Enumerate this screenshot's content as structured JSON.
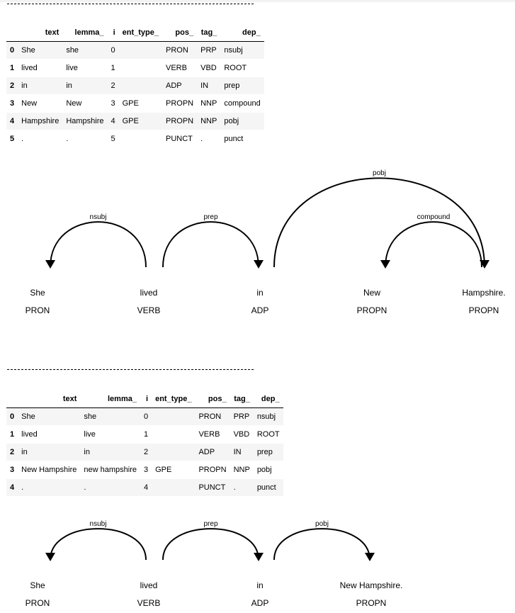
{
  "tables": [
    {
      "columns": [
        "",
        "text",
        "lemma_",
        "i",
        "ent_type_",
        "pos_",
        "tag_",
        "dep_"
      ],
      "rows": [
        [
          "0",
          "She",
          "she",
          "0",
          "",
          "PRON",
          "PRP",
          "nsubj"
        ],
        [
          "1",
          "lived",
          "live",
          "1",
          "",
          "VERB",
          "VBD",
          "ROOT"
        ],
        [
          "2",
          "in",
          "in",
          "2",
          "",
          "ADP",
          "IN",
          "prep"
        ],
        [
          "3",
          "New",
          "New",
          "3",
          "GPE",
          "PROPN",
          "NNP",
          "compound"
        ],
        [
          "4",
          "Hampshire",
          "Hampshire",
          "4",
          "GPE",
          "PROPN",
          "NNP",
          "pobj"
        ],
        [
          "5",
          ".",
          ".",
          "5",
          "",
          "PUNCT",
          ".",
          "punct"
        ]
      ]
    },
    {
      "columns": [
        "",
        "text",
        "lemma_",
        "i",
        "ent_type_",
        "pos_",
        "tag_",
        "dep_"
      ],
      "rows": [
        [
          "0",
          "She",
          "she",
          "0",
          "",
          "PRON",
          "PRP",
          "nsubj"
        ],
        [
          "1",
          "lived",
          "live",
          "1",
          "",
          "VERB",
          "VBD",
          "ROOT"
        ],
        [
          "2",
          "in",
          "in",
          "2",
          "",
          "ADP",
          "IN",
          "prep"
        ],
        [
          "3",
          "New Hampshire",
          "new hampshire",
          "3",
          "GPE",
          "PROPN",
          "NNP",
          "pobj"
        ],
        [
          "4",
          ".",
          ".",
          "4",
          "",
          "PUNCT",
          ".",
          "punct"
        ]
      ]
    }
  ],
  "parses": [
    {
      "words": [
        {
          "text": "She",
          "tag": "PRON"
        },
        {
          "text": "lived",
          "tag": "VERB"
        },
        {
          "text": "in",
          "tag": "ADP"
        },
        {
          "text": "New",
          "tag": "PROPN"
        },
        {
          "text": "Hampshire.",
          "tag": "PROPN"
        }
      ],
      "arcs": [
        {
          "start": 0,
          "end": 1,
          "label": "nsubj",
          "dir": "left"
        },
        {
          "start": 1,
          "end": 2,
          "label": "prep",
          "dir": "right"
        },
        {
          "start": 3,
          "end": 4,
          "label": "compound",
          "dir": "left"
        },
        {
          "start": 2,
          "end": 4,
          "label": "pobj",
          "dir": "right"
        }
      ]
    },
    {
      "words": [
        {
          "text": "She",
          "tag": "PRON"
        },
        {
          "text": "lived",
          "tag": "VERB"
        },
        {
          "text": "in",
          "tag": "ADP"
        },
        {
          "text": "New Hampshire.",
          "tag": "PROPN"
        }
      ],
      "arcs": [
        {
          "start": 0,
          "end": 1,
          "label": "nsubj",
          "dir": "left"
        },
        {
          "start": 1,
          "end": 2,
          "label": "prep",
          "dir": "right"
        },
        {
          "start": 2,
          "end": 3,
          "label": "pobj",
          "dir": "right"
        }
      ]
    }
  ]
}
